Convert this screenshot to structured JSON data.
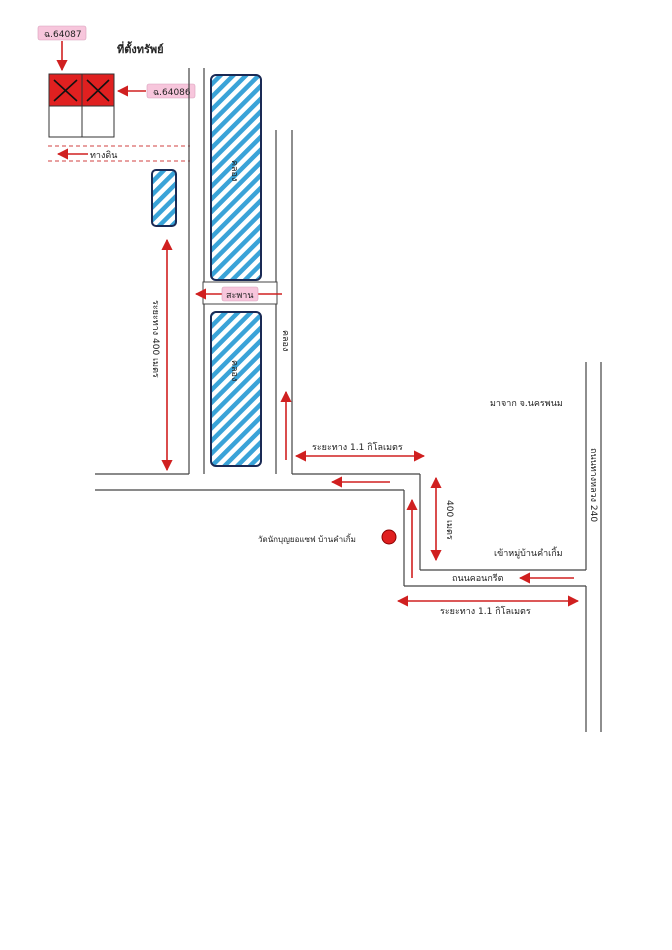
{
  "title": "ที่ตั้งทรัพย์",
  "deed_1": "ฉ.64087",
  "deed_2": "ฉ.64086",
  "labels": {
    "dirt_road": "ทางดิน",
    "bridge": "สะพาน",
    "canal": "คลอง",
    "distance_400_vertical": "ระยะทาง 400 เมตร",
    "distance_1_1_km_upper": "ระยะทาง  1.1  กิโลเมตร",
    "distance_400_short": "400 เมตร",
    "distance_1_1_km_lower": "ระยะทาง  1.1  กิโลเมตร",
    "from_nakhon_phanom": "มาจาก จ.นครพนม",
    "highway_240": "ถนนทางหลวง 240",
    "enter_village": "เข้าหมู่บ้านคำเกิ้ม",
    "concrete_road": "ถนนคอนกรีต",
    "temple": "วัดนักบุญยอแซฟ บ้านคำเกิ้ม"
  },
  "colors": {
    "marked_plot": "#e02020",
    "water_hatch": "#3aa3d8",
    "arrow": "#d02020",
    "tag_pink": "#f7c6dc"
  }
}
